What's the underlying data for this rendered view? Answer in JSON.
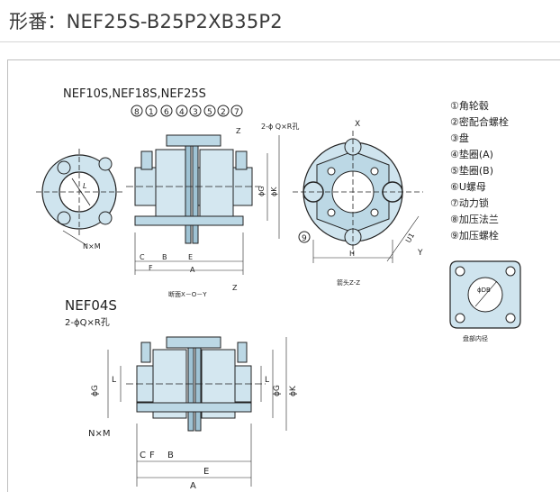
{
  "header": {
    "title": "形番：NEF25S-B25P2XB35P2"
  },
  "diagram": {
    "variant_top": "NEF10S,NEF18S,NEF25S",
    "variant_bottom": "NEF04S",
    "hole_spec": "2-ϕ Q×R孔",
    "hole_spec_bottom": "2-ϕQ×R孔",
    "callout_numbers": [
      "8",
      "1",
      "6",
      "4",
      "3",
      "5",
      "2",
      "7",
      "9"
    ],
    "legend": [
      "①角轮毂",
      "②密配合螺栓",
      "③盘",
      "④垫圈(A)",
      "⑤垫圈(B)",
      "⑥U螺母",
      "⑦动力锁",
      "⑧加压法兰",
      "⑨加压螺栓"
    ],
    "labels": {
      "x": "X",
      "y": "Y",
      "z": "Z",
      "z_arrow": "Z",
      "l": "L",
      "nm": "N×M",
      "nm_bottom": "N×M",
      "phi_g": "ϕG",
      "phi_k": "ϕK",
      "phi_g_b": "ϕG",
      "phi_g_b2": "ϕG",
      "phi_k_b": "ϕK",
      "h": "H",
      "u1": "U1",
      "db": "ϕDB",
      "c": "C",
      "f": "F",
      "e": "E",
      "b": "B",
      "a": "A",
      "l_dim": "L",
      "section_xoy": "断面X－O－Y",
      "arrow_zz": "箭头Z-Z",
      "disc_inner": "盘部内径",
      "b_c": "C",
      "b_f": "F",
      "b_b": "B",
      "b_e": "E",
      "b_a": "A",
      "b_l": "L"
    }
  }
}
